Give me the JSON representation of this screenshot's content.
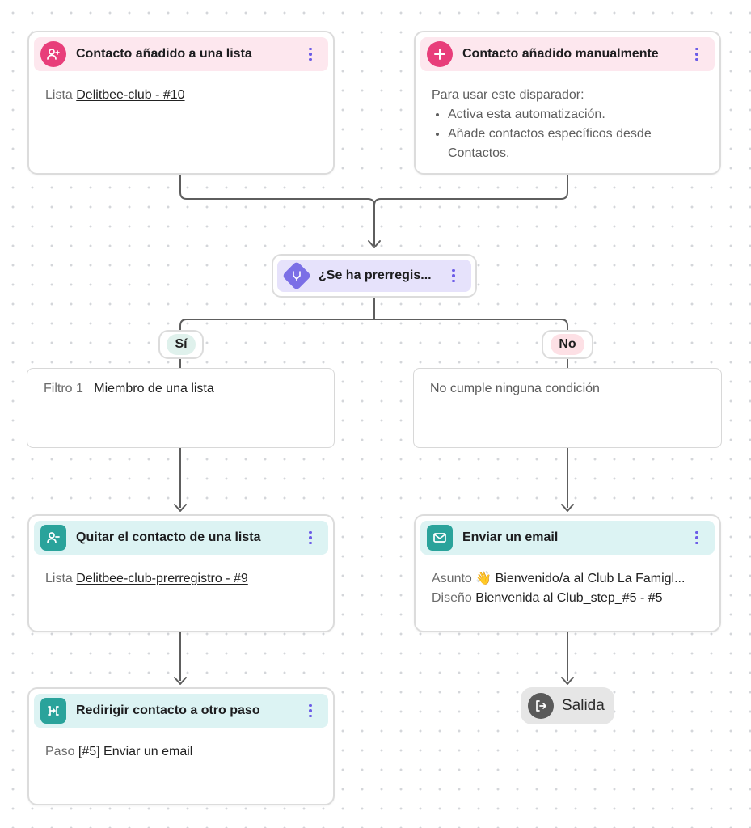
{
  "trigger_list": {
    "title": "Contacto añadido a una lista",
    "icon": "user-plus-icon",
    "field_label": "Lista",
    "field_value": "Delitbee-club - #10"
  },
  "trigger_manual": {
    "title": "Contacto añadido manualmente",
    "icon": "plus-icon",
    "intro": "Para usar este disparador:",
    "bullets": [
      "Activa esta automatización.",
      "Añade contactos específicos desde Contactos."
    ]
  },
  "condition": {
    "title": "¿Se ha prerregis...",
    "icon": "branch-icon"
  },
  "branches": {
    "yes_label": "Sí",
    "no_label": "No"
  },
  "filter_yes": {
    "label": "Filtro 1",
    "value": "Miembro de una lista"
  },
  "filter_no": {
    "text": "No cumple ninguna condición"
  },
  "remove_action": {
    "title": "Quitar el contacto de una lista",
    "icon": "user-minus-icon",
    "field_label": "Lista",
    "field_value": "Delitbee-club-prerregistro - #9"
  },
  "email_action": {
    "title": "Enviar un email",
    "icon": "mail-icon",
    "subject_label": "Asunto",
    "subject_value": "👋 Bienvenido/a al Club La Famigl...",
    "design_label": "Diseño",
    "design_value": "Bienvenida al Club_step_#5 - #5"
  },
  "redirect_action": {
    "title": "Redirigir contacto a otro paso",
    "icon": "redirect-icon",
    "field_label": "Paso",
    "field_value": "[#5] Enviar un email"
  },
  "exit": {
    "label": "Salida",
    "icon": "exit-icon"
  },
  "colors": {
    "trigger_accent": "#e83e7a",
    "action_accent": "#2aa39b",
    "condition_accent": "#7b6fe6",
    "kebab": "#6c5ce7"
  }
}
